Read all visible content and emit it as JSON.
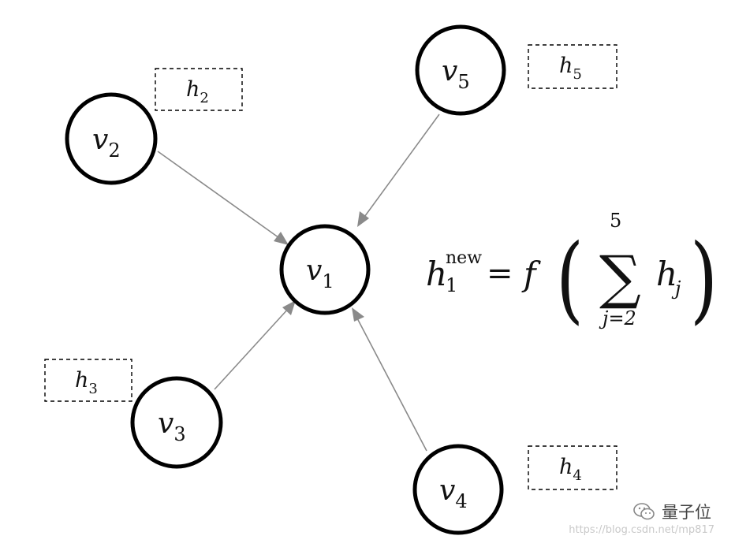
{
  "graph": {
    "nodes": [
      {
        "id": "v1",
        "base": "v",
        "sub": "1",
        "feature": null
      },
      {
        "id": "v2",
        "base": "v",
        "sub": "2",
        "feature": {
          "base": "h",
          "sub": "2"
        }
      },
      {
        "id": "v3",
        "base": "v",
        "sub": "3",
        "feature": {
          "base": "h",
          "sub": "3"
        }
      },
      {
        "id": "v4",
        "base": "v",
        "sub": "4",
        "feature": {
          "base": "h",
          "sub": "4"
        }
      },
      {
        "id": "v5",
        "base": "v",
        "sub": "5",
        "feature": {
          "base": "h",
          "sub": "5"
        }
      }
    ],
    "edges": [
      {
        "from": "v2",
        "to": "v1"
      },
      {
        "from": "v5",
        "to": "v1"
      },
      {
        "from": "v3",
        "to": "v1"
      },
      {
        "from": "v4",
        "to": "v1"
      }
    ]
  },
  "formula": {
    "lhs_base": "h",
    "lhs_sup": "new",
    "lhs_sub": "1",
    "equals": "=",
    "func": "f",
    "open_paren": "(",
    "sum_symbol": "∑",
    "sum_upper": "5",
    "sum_lower": "j=2",
    "term_base": "h",
    "term_sub": "j",
    "close_paren": ")"
  },
  "watermark": {
    "brand": "量子位",
    "url": "https://blog.csdn.net/mp817"
  },
  "colors": {
    "edge": "#8a8a8a",
    "node_stroke": "#000000"
  }
}
